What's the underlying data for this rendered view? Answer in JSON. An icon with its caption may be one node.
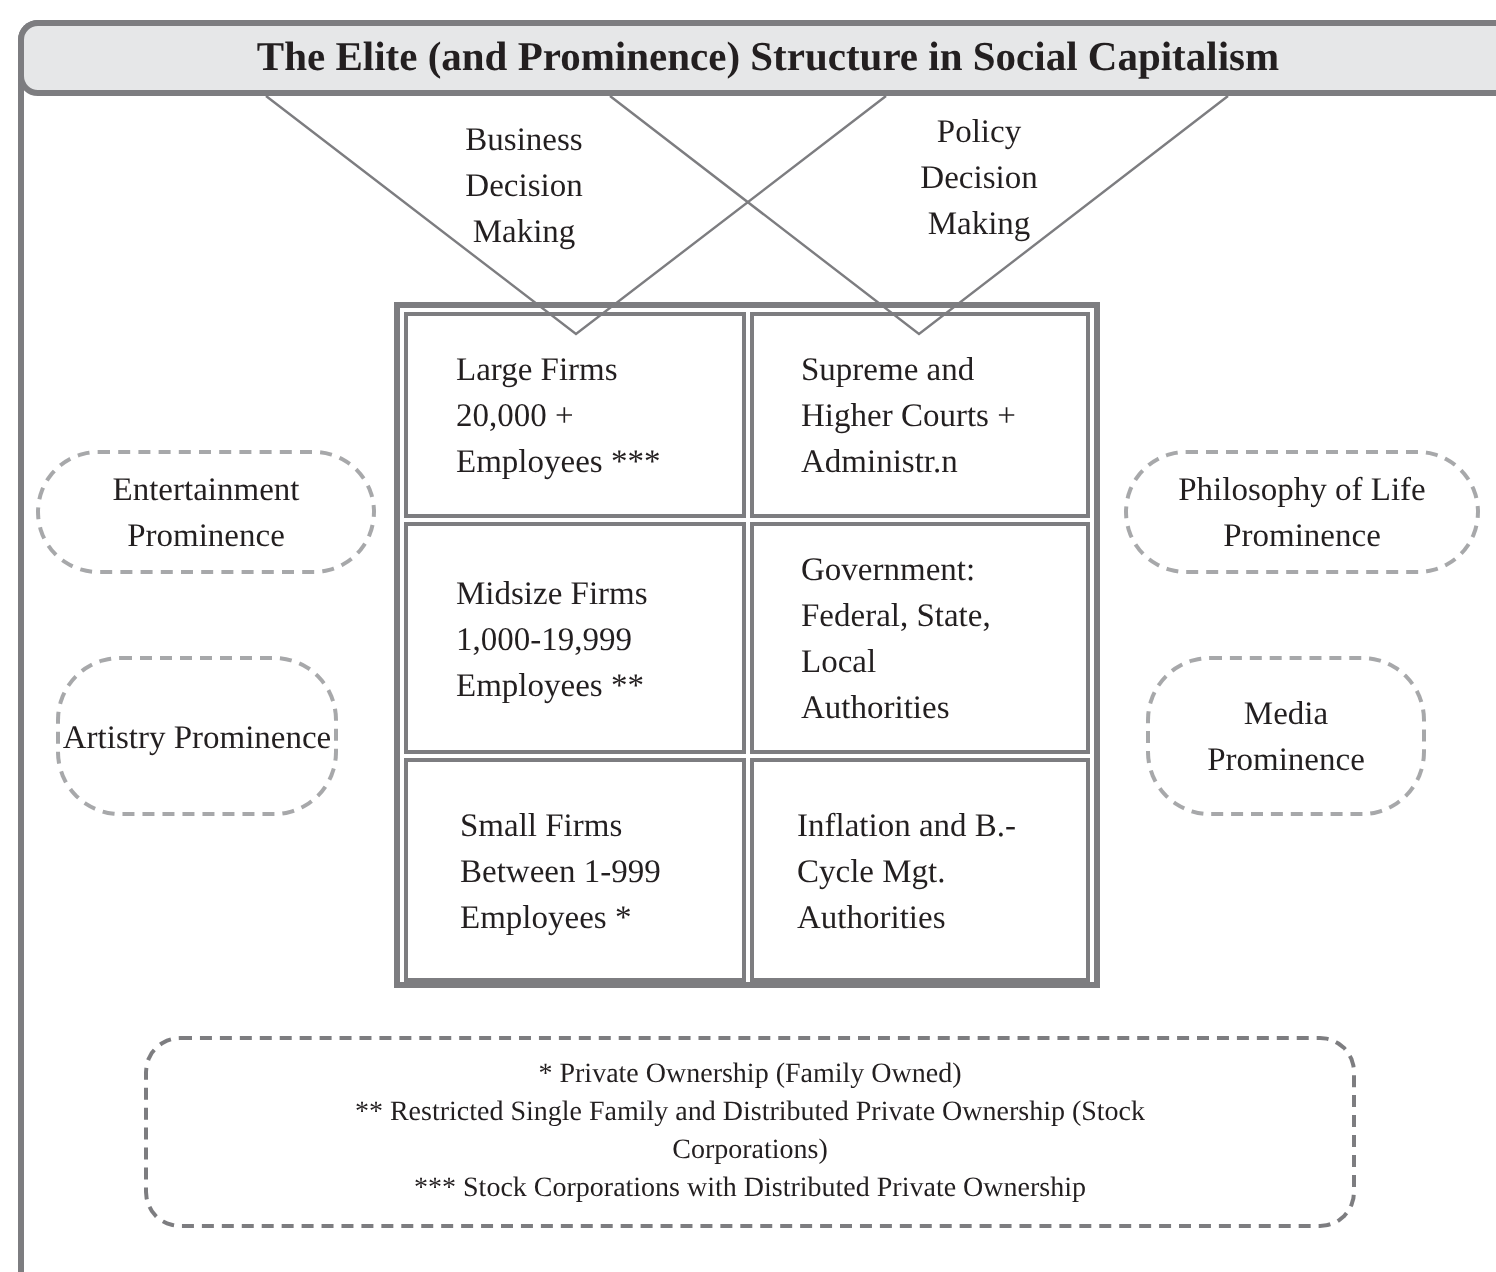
{
  "diagram": {
    "title": "The Elite (and Prominence) Structure in Social Capitalism",
    "nodes": [
      {
        "text": [
          "Business Decision Making"
        ]
      },
      {
        "text": [
          "Policy Decision Making"
        ]
      },
      {
        "text": [],
        "shape": "box"
      },
      {
        "text": [
          "Large Firms 20,000 + Employees ***"
        ],
        "in": 2
      },
      {
        "text": [
          "Supreme and Higher Courts + Administr.n"
        ],
        "in": 2
      },
      {
        "text": [
          "Midsize Firms 1,000-19,999 Employees **"
        ],
        "in": 2
      },
      {
        "text": [
          "Government: Federal, State, Local Authorities"
        ],
        "in": 2
      },
      {
        "text": [
          "Small Firms Between 1-999 Employees *"
        ],
        "in": 2
      },
      {
        "text": [
          "Inflation and B.-Cycle Mgt. Authorities"
        ],
        "in": 2
      },
      {
        "text": [
          "Entertainment Prominence"
        ]
      },
      {
        "text": [
          "Philosophy of Life Prominence"
        ]
      },
      {
        "text": [
          "Artistry Prominence"
        ]
      },
      {
        "text": [
          "Media Prominence"
        ]
      },
      {
        "text": [
          "* Private Ownership (Family Owned)",
          "** Restricted Single Family and Distributed Private Ownership (Stock Corporations)",
          "*** Stock Corporations with Distributed Private Ownership"
        ]
      }
    ],
    "edges": []
  }
}
